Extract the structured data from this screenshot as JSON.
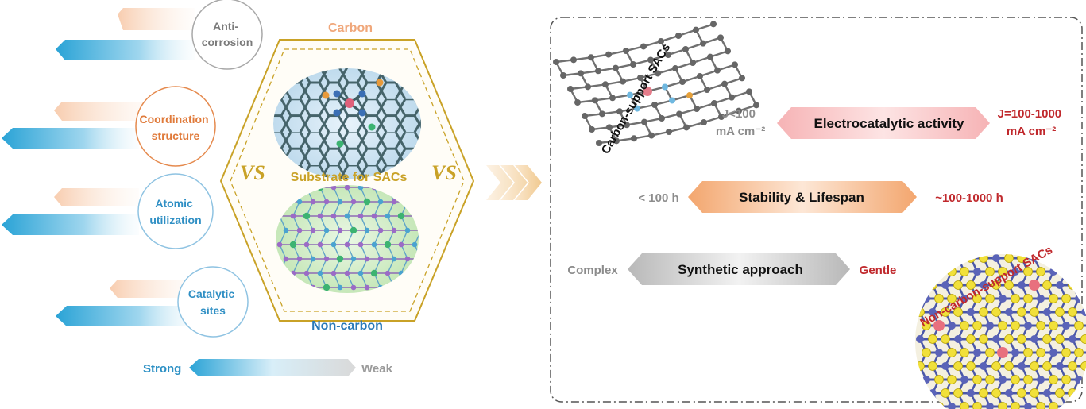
{
  "left_panel": {
    "criteria": [
      {
        "id": "anti-corrosion",
        "lines": [
          "Anti-",
          "corrosion"
        ],
        "color": "#7a7a7a"
      },
      {
        "id": "coordination-structure",
        "lines": [
          "Coordination",
          "structure"
        ],
        "color": "#e07a3a"
      },
      {
        "id": "atomic-utilization",
        "lines": [
          "Atomic",
          "utilization"
        ],
        "color": "#2f8fc4"
      },
      {
        "id": "catalytic-sites",
        "lines": [
          "Catalytic",
          "sites"
        ],
        "color": "#2f8fc4"
      }
    ],
    "legend": {
      "strong": "Strong",
      "weak": "Weak"
    }
  },
  "center_panel": {
    "top_label": "Carbon",
    "middle_label": "Substrate for SACs",
    "bottom_label": "Non-carbon",
    "vs_text": "VS"
  },
  "right_panel": {
    "carbon_title": "Carbon-support SACs",
    "noncarbon_title": "Non-carbon-support SACs",
    "rows": [
      {
        "label": "Electrocatalytic activity",
        "left_lines": [
          "J<100",
          "mA cm⁻²"
        ],
        "right_lines": [
          "J=100-1000",
          "mA cm⁻²"
        ]
      },
      {
        "label": "Stability & Lifespan",
        "left_lines": [
          "< 100 h"
        ],
        "right_lines": [
          "~100-1000 h"
        ]
      },
      {
        "label": "Synthetic approach",
        "left_lines": [
          "Complex"
        ],
        "right_lines": [
          "Gentle"
        ]
      }
    ]
  },
  "colors": {
    "orange": "#e88a4a",
    "blue": "#2f9fd0",
    "gold": "#c9a227",
    "red": "#c0282c",
    "gray": "#8c8c8c"
  }
}
